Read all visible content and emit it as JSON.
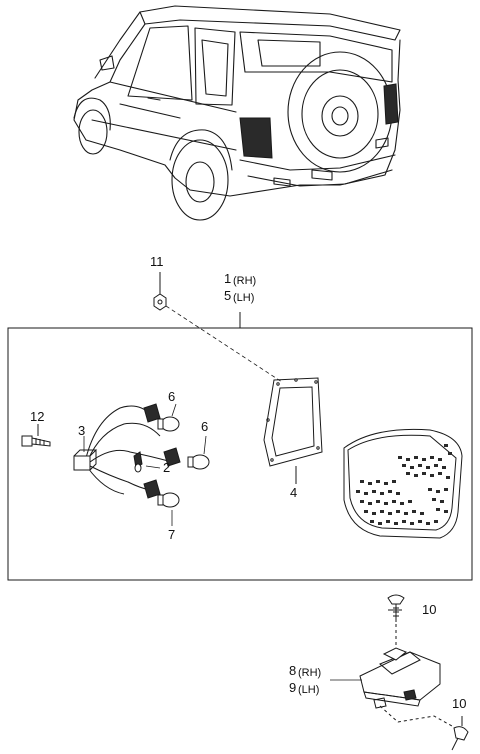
{
  "callouts": {
    "c1": "1",
    "c1_side": "(RH)",
    "c5": "5",
    "c5_side": "(LH)",
    "c2": "2",
    "c3": "3",
    "c4": "4",
    "c6a": "6",
    "c6b": "6",
    "c7": "7",
    "c8": "8",
    "c8_side": "(RH)",
    "c9": "9",
    "c9_side": "(LH)",
    "c10a": "10",
    "c10b": "10",
    "c11": "11",
    "c12": "12"
  },
  "colors": {
    "line": "#1a1a1a",
    "shade": "#2a2a2a",
    "background": "#ffffff"
  }
}
